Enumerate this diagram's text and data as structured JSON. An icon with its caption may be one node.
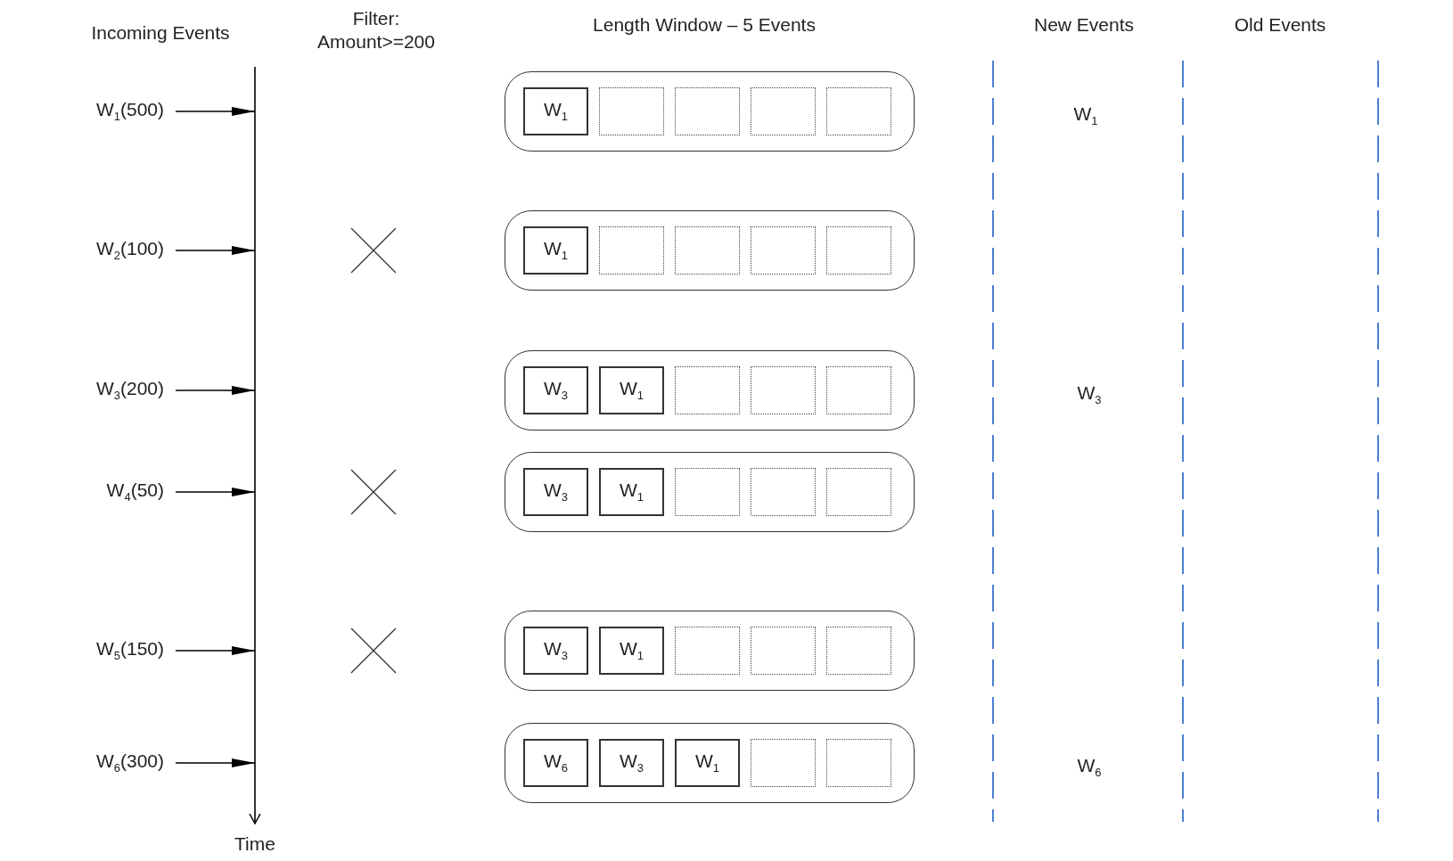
{
  "diagram": {
    "nodes": [
      {
        "text": [
          "W$_{1}$(500)"
        ]
      },
      {
        "text": [],
        "shape": "box"
      },
      {
        "text": [
          "W$_{1}$"
        ],
        "in": 1
      },
      {
        "text": [],
        "shape": "box",
        "in": 1
      },
      {
        "text": [],
        "shape": "box",
        "in": 1
      },
      {
        "text": [],
        "shape": "box",
        "in": 1
      },
      {
        "text": [],
        "shape": "box",
        "in": 1
      },
      {
        "text": [
          "W$_{2}$(100)"
        ]
      },
      {
        "text": [],
        "shape": "box"
      },
      {
        "text": [
          "W$_{1}$"
        ],
        "in": 8
      },
      {
        "text": [],
        "shape": "box",
        "in": 8
      },
      {
        "text": [],
        "shape": "box",
        "in": 8
      },
      {
        "text": [],
        "shape": "box",
        "in": 8
      },
      {
        "text": [],
        "shape": "box",
        "in": 8
      },
      {
        "text": [
          "W$_{3}$(200)"
        ]
      },
      {
        "text": [],
        "shape": "box"
      },
      {
        "text": [
          "W$_{3}$"
        ],
        "in": 15
      },
      {
        "text": [
          "W$_{1}$"
        ],
        "in": 15
      },
      {
        "text": [],
        "shape": "box",
        "in": 15
      },
      {
        "text": [],
        "shape": "box",
        "in": 15
      },
      {
        "text": [],
        "shape": "box",
        "in": 15
      },
      {
        "text": [
          "W$_{4}$(50)"
        ]
      },
      {
        "text": [],
        "shape": "box"
      },
      {
        "text": [
          "W$_{3}$"
        ],
        "in": 22
      },
      {
        "text": [
          "W$_{1}$"
        ],
        "in": 22
      },
      {
        "text": [],
        "shape": "box",
        "in": 22
      },
      {
        "text": [],
        "shape": "box",
        "in": 22
      },
      {
        "text": [],
        "shape": "box",
        "in": 22
      },
      {
        "text": [
          "W$_{5}$(150)"
        ]
      },
      {
        "text": [],
        "shape": "box"
      },
      {
        "text": [
          "W$_{3}$"
        ],
        "in": 29
      },
      {
        "text": [
          "W$_{1}$"
        ],
        "in": 29
      },
      {
        "text": [],
        "shape": "box",
        "in": 29
      },
      {
        "text": [],
        "shape": "box",
        "in": 29
      },
      {
        "text": [],
        "shape": "box",
        "in": 29
      },
      {
        "text": [
          "W$_{6}$(300)"
        ]
      },
      {
        "text": [],
        "shape": "box"
      },
      {
        "text": [
          "W$_{6}$"
        ],
        "in": 36
      },
      {
        "text": [
          "W$_{3}$"
        ],
        "in": 36
      },
      {
        "text": [
          "W$_{1}$"
        ],
        "in": 36
      },
      {
        "text": [],
        "shape": "box",
        "in": 36
      },
      {
        "text": [],
        "shape": "box",
        "in": 36
      }
    ],
    "edges": [
      {
        "from": 0,
        "to": null,
        "arrow": "to"
      },
      {
        "from": 7,
        "to": null,
        "arrow": "to"
      },
      {
        "from": 14,
        "to": null,
        "arrow": "to"
      },
      {
        "from": 21,
        "to": null,
        "arrow": "to"
      },
      {
        "from": 28,
        "to": null,
        "arrow": "to"
      },
      {
        "from": 35,
        "to": null,
        "arrow": "to"
      }
    ],
    "labels": [
      "Incoming Events",
      "Filter: Amount>=200",
      "Length Window – 5 Events",
      "New Events",
      "Old Events",
      "W$_{1}$",
      "W$_{3}$",
      "W$_{6}$",
      "Time"
    ]
  }
}
